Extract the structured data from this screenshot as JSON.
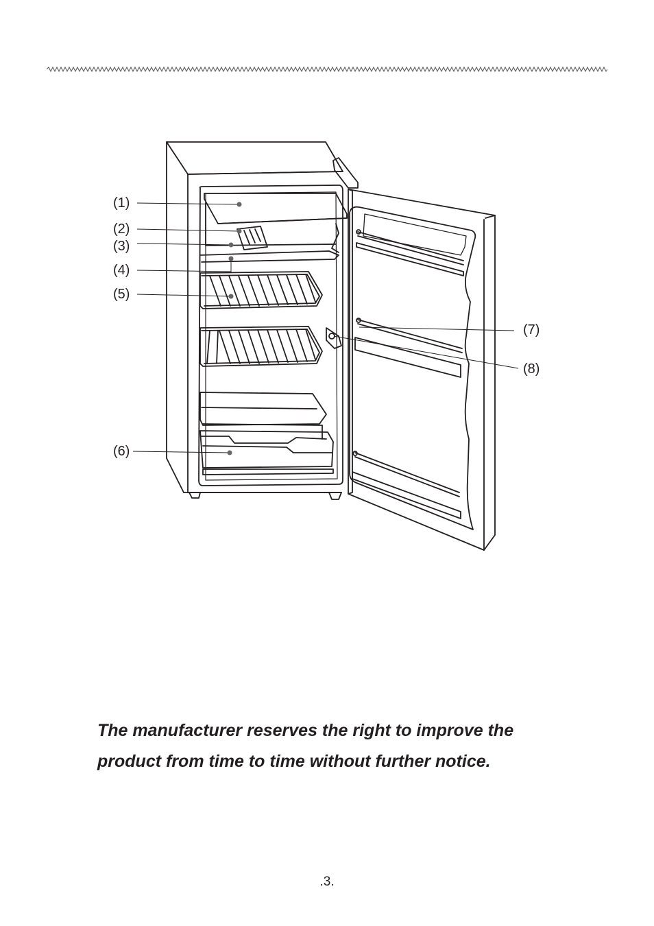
{
  "figure": {
    "callouts": [
      {
        "id": "1",
        "label": "(1)"
      },
      {
        "id": "2",
        "label": "(2)"
      },
      {
        "id": "3",
        "label": "(3)"
      },
      {
        "id": "4",
        "label": "(4)"
      },
      {
        "id": "5",
        "label": "(5)"
      },
      {
        "id": "6",
        "label": "(6)"
      },
      {
        "id": "7",
        "label": "(7)"
      },
      {
        "id": "8",
        "label": "(8)"
      }
    ]
  },
  "notice": {
    "line1": "The manufacturer reserves the right to improve the",
    "line2": "product from time to time without further notice."
  },
  "footer": {
    "page_number": ".3."
  }
}
